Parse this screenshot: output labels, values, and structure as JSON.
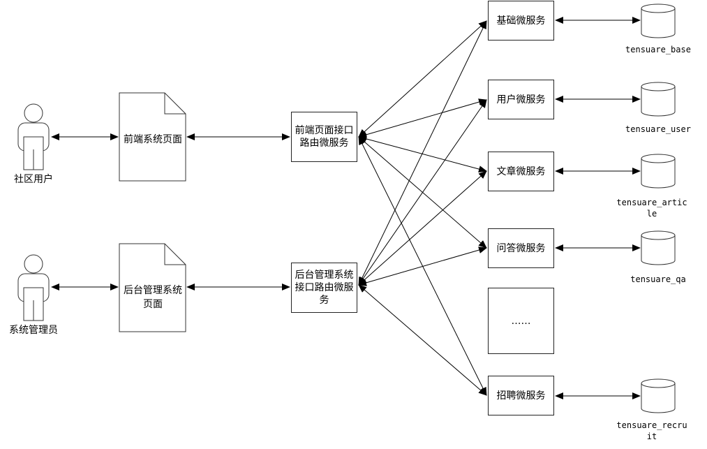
{
  "actors": {
    "community_user": "社区用户",
    "sys_admin": "系统管理员"
  },
  "pages": {
    "frontend": "前端系统页面",
    "backend": "后台管理系统页面"
  },
  "routers": {
    "frontend": "前端页面接口路由微服务",
    "backend": "后台管理系统接口路由微服务"
  },
  "services": {
    "base": "基础微服务",
    "user": "用户微服务",
    "article": "文章微服务",
    "qa": "问答微服务",
    "more": "……",
    "recruit": "招聘微服务"
  },
  "databases": {
    "base": "tensuare_base",
    "user": "tensuare_user",
    "article": "tensuare_article",
    "qa": "tensuare_qa",
    "recruit": "tensuare_recruit"
  }
}
